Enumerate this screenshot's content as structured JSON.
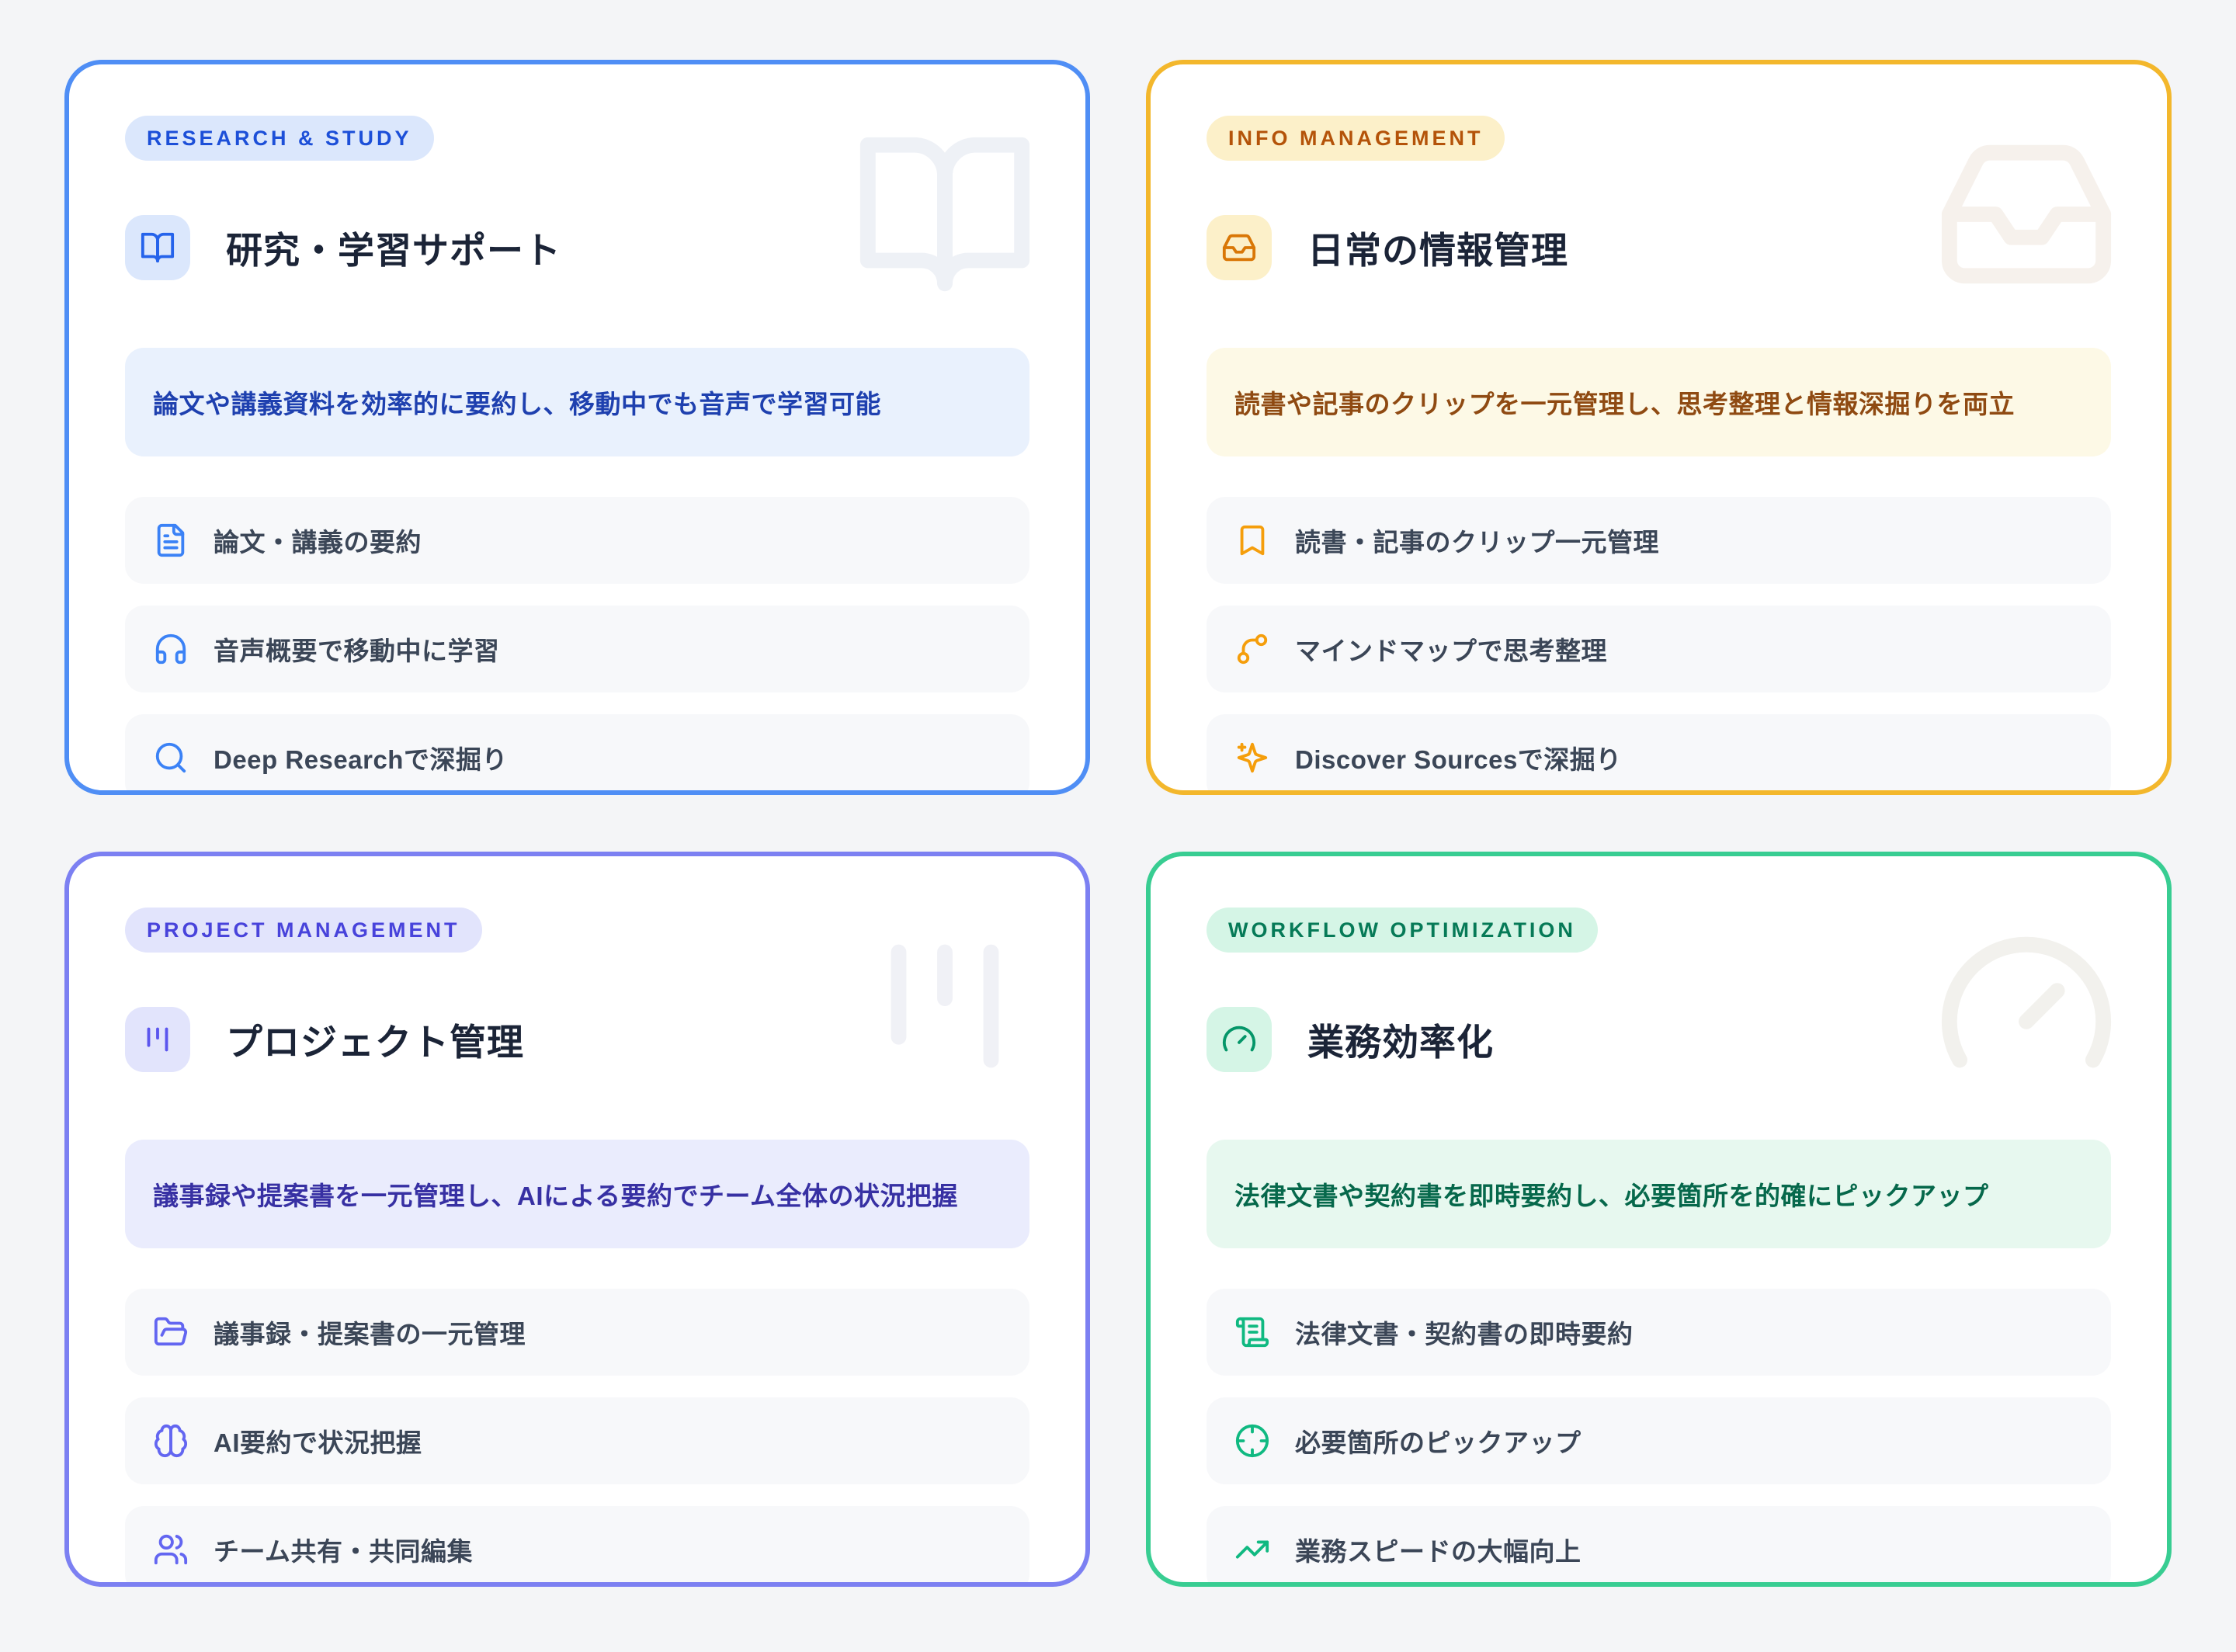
{
  "page": {
    "background_color": "#f4f5f7"
  },
  "cards": [
    {
      "category": "RESEARCH & STUDY",
      "title": "研究・学習サポート",
      "description": "論文や講義資料を効率的に要約し、移動中でも音声で学習可能",
      "header_icon": "book-open-icon",
      "accent_color": "#4f8ef5",
      "icon_color": "#2563eb",
      "badge_text_color": "#1c4fd8",
      "features": [
        {
          "icon": "file-text-icon",
          "label": "論文・講義の要約"
        },
        {
          "icon": "headphones-icon",
          "label": "音声概要で移動中に学習"
        },
        {
          "icon": "search-icon",
          "label": "Deep Researchで深掘り"
        }
      ]
    },
    {
      "category": "INFO MANAGEMENT",
      "title": "日常の情報管理",
      "description": "読書や記事のクリップを一元管理し、思考整理と情報深掘りを両立",
      "header_icon": "inbox-icon",
      "accent_color": "#f3b72c",
      "icon_color": "#d97706",
      "badge_text_color": "#b45309",
      "features": [
        {
          "icon": "bookmark-icon",
          "label": "読書・記事のクリップ一元管理"
        },
        {
          "icon": "mindmap-branch-icon",
          "label": "マインドマップで思考整理"
        },
        {
          "icon": "sparkles-icon",
          "label": "Discover Sourcesで深掘り"
        }
      ]
    },
    {
      "category": "PROJECT MANAGEMENT",
      "title": "プロジェクト管理",
      "description": "議事録や提案書を一元管理し、AIによる要約でチーム全体の状況把握",
      "header_icon": "kanban-icon",
      "accent_color": "#7c80f2",
      "icon_color": "#5b55ee",
      "badge_text_color": "#4843db",
      "features": [
        {
          "icon": "folder-open-icon",
          "label": "議事録・提案書の一元管理"
        },
        {
          "icon": "brain-icon",
          "label": "AI要約で状況把握"
        },
        {
          "icon": "users-icon",
          "label": "チーム共有・共同編集"
        }
      ]
    },
    {
      "category": "WORKFLOW OPTIMIZATION",
      "title": "業務効率化",
      "description": "法律文書や契約書を即時要約し、必要箇所を的確にピックアップ",
      "header_icon": "gauge-icon",
      "accent_color": "#38cd92",
      "icon_color": "#059669",
      "badge_text_color": "#067a57",
      "features": [
        {
          "icon": "scroll-text-icon",
          "label": "法律文書・契約書の即時要約"
        },
        {
          "icon": "crosshair-icon",
          "label": "必要箇所のピックアップ"
        },
        {
          "icon": "trending-up-icon",
          "label": "業務スピードの大幅向上"
        }
      ]
    }
  ]
}
